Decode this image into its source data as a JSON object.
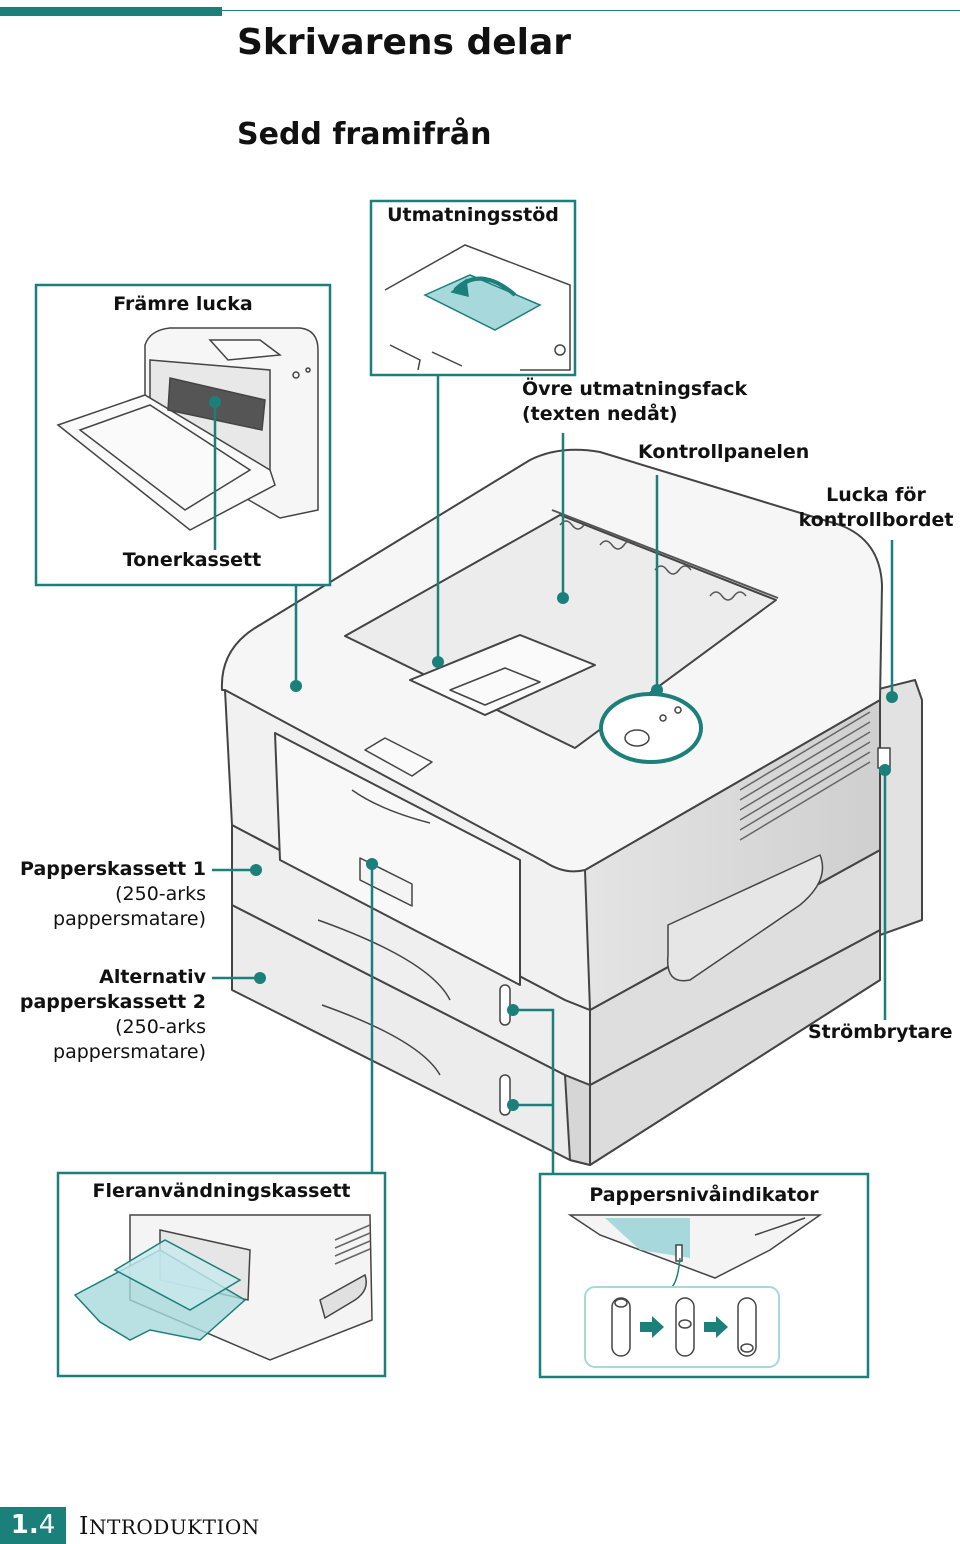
{
  "page": {
    "title": "Skrivarens delar",
    "subtitle": "Sedd framifrån"
  },
  "callouts": {
    "output_support": "Utmatningsstöd",
    "front_cover": "Främre lucka",
    "toner_cartridge": "Tonerkassett",
    "top_output_tray_line1": "Övre utmatningsfack",
    "top_output_tray_line2": "(texten nedåt)",
    "control_panel": "Kontrollpanelen",
    "control_board_cover_line1": "Lucka för",
    "control_board_cover_line2": "kontrollbordet",
    "tray1_line1": "Papperskassett 1",
    "tray1_line2": "(250-arks",
    "tray1_line3": "pappersmatare)",
    "tray2_line1": "Alternativ",
    "tray2_line2": "papperskassett 2",
    "tray2_line3": "(250-arks",
    "tray2_line4": "pappersmatare)",
    "power_switch": "Strömbrytare",
    "multipurpose_tray": "Fleranvändningskassett",
    "paper_level_indicator": "Pappersnivåindikator"
  },
  "footer": {
    "page_number_chapter": "1.",
    "page_number_page": "4",
    "section_first_letter": "I",
    "section_rest": "NTRODUKTION"
  },
  "colors": {
    "accent": "#1b7f7a",
    "accent_light": "#a7d8dc",
    "outline": "#444444"
  }
}
